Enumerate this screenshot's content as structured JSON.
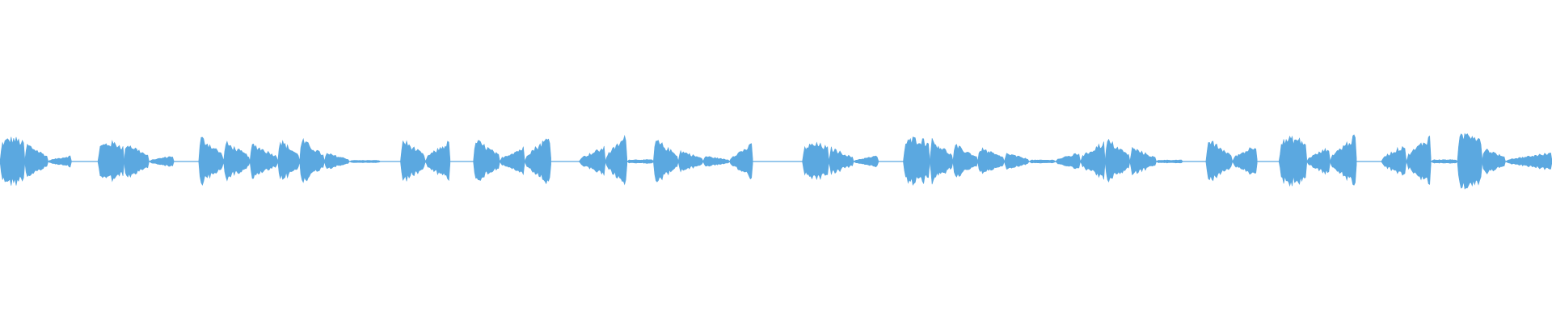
{
  "waveform": {
    "color": "#5ba8e0",
    "background": "#ffffff",
    "segments": [
      {
        "start": 0.0,
        "end": 0.016,
        "peak": 0.08,
        "shape": "noise"
      },
      {
        "start": 0.016,
        "end": 0.031,
        "peak": 0.065,
        "shape": "decay"
      },
      {
        "start": 0.031,
        "end": 0.046,
        "peak": 0.02,
        "shape": "swell"
      },
      {
        "start": 0.063,
        "end": 0.08,
        "peak": 0.065,
        "shape": "noise"
      },
      {
        "start": 0.08,
        "end": 0.096,
        "peak": 0.07,
        "shape": "decay"
      },
      {
        "start": 0.096,
        "end": 0.112,
        "peak": 0.02,
        "shape": "swell"
      },
      {
        "start": 0.128,
        "end": 0.144,
        "peak": 0.09,
        "shape": "decay"
      },
      {
        "start": 0.144,
        "end": 0.161,
        "peak": 0.07,
        "shape": "decay"
      },
      {
        "start": 0.161,
        "end": 0.179,
        "peak": 0.065,
        "shape": "decay"
      },
      {
        "start": 0.179,
        "end": 0.193,
        "peak": 0.08,
        "shape": "decay"
      },
      {
        "start": 0.193,
        "end": 0.209,
        "peak": 0.08,
        "shape": "decay"
      },
      {
        "start": 0.209,
        "end": 0.225,
        "peak": 0.03,
        "shape": "decay"
      },
      {
        "start": 0.225,
        "end": 0.245,
        "peak": 0.008,
        "shape": "flat"
      },
      {
        "start": 0.258,
        "end": 0.274,
        "peak": 0.08,
        "shape": "decay"
      },
      {
        "start": 0.274,
        "end": 0.29,
        "peak": 0.07,
        "shape": "swell"
      },
      {
        "start": 0.305,
        "end": 0.322,
        "peak": 0.08,
        "shape": "decay"
      },
      {
        "start": 0.322,
        "end": 0.338,
        "peak": 0.05,
        "shape": "swell"
      },
      {
        "start": 0.338,
        "end": 0.355,
        "peak": 0.09,
        "shape": "swell"
      },
      {
        "start": 0.373,
        "end": 0.39,
        "peak": 0.05,
        "shape": "swell"
      },
      {
        "start": 0.39,
        "end": 0.404,
        "peak": 0.09,
        "shape": "swell"
      },
      {
        "start": 0.404,
        "end": 0.421,
        "peak": 0.012,
        "shape": "flat"
      },
      {
        "start": 0.421,
        "end": 0.437,
        "peak": 0.08,
        "shape": "decay"
      },
      {
        "start": 0.437,
        "end": 0.453,
        "peak": 0.04,
        "shape": "decay"
      },
      {
        "start": 0.453,
        "end": 0.47,
        "peak": 0.02,
        "shape": "decay"
      },
      {
        "start": 0.47,
        "end": 0.485,
        "peak": 0.06,
        "shape": "swell"
      },
      {
        "start": 0.517,
        "end": 0.534,
        "peak": 0.06,
        "shape": "noise"
      },
      {
        "start": 0.534,
        "end": 0.55,
        "peak": 0.05,
        "shape": "decay"
      },
      {
        "start": 0.55,
        "end": 0.566,
        "peak": 0.02,
        "shape": "swell"
      },
      {
        "start": 0.582,
        "end": 0.599,
        "peak": 0.08,
        "shape": "noise"
      },
      {
        "start": 0.599,
        "end": 0.614,
        "peak": 0.08,
        "shape": "decay"
      },
      {
        "start": 0.614,
        "end": 0.63,
        "peak": 0.06,
        "shape": "decay"
      },
      {
        "start": 0.63,
        "end": 0.647,
        "peak": 0.05,
        "shape": "decay"
      },
      {
        "start": 0.647,
        "end": 0.663,
        "peak": 0.03,
        "shape": "decay"
      },
      {
        "start": 0.663,
        "end": 0.68,
        "peak": 0.01,
        "shape": "flat"
      },
      {
        "start": 0.68,
        "end": 0.696,
        "peak": 0.03,
        "shape": "swell"
      },
      {
        "start": 0.696,
        "end": 0.712,
        "peak": 0.07,
        "shape": "swell"
      },
      {
        "start": 0.712,
        "end": 0.728,
        "peak": 0.08,
        "shape": "decay"
      },
      {
        "start": 0.728,
        "end": 0.745,
        "peak": 0.05,
        "shape": "decay"
      },
      {
        "start": 0.745,
        "end": 0.762,
        "peak": 0.01,
        "shape": "flat"
      },
      {
        "start": 0.777,
        "end": 0.794,
        "peak": 0.08,
        "shape": "decay"
      },
      {
        "start": 0.794,
        "end": 0.81,
        "peak": 0.06,
        "shape": "swell"
      },
      {
        "start": 0.824,
        "end": 0.842,
        "peak": 0.08,
        "shape": "noise"
      },
      {
        "start": 0.842,
        "end": 0.857,
        "peak": 0.05,
        "shape": "swell"
      },
      {
        "start": 0.857,
        "end": 0.874,
        "peak": 0.09,
        "shape": "swell"
      },
      {
        "start": 0.89,
        "end": 0.906,
        "peak": 0.06,
        "shape": "swell"
      },
      {
        "start": 0.906,
        "end": 0.922,
        "peak": 0.09,
        "shape": "swell"
      },
      {
        "start": 0.922,
        "end": 0.939,
        "peak": 0.012,
        "shape": "flat"
      },
      {
        "start": 0.939,
        "end": 0.955,
        "peak": 0.1,
        "shape": "noise"
      },
      {
        "start": 0.955,
        "end": 0.97,
        "peak": 0.05,
        "shape": "decay"
      },
      {
        "start": 0.97,
        "end": 1.0,
        "peak": 0.03,
        "shape": "swell"
      }
    ]
  }
}
